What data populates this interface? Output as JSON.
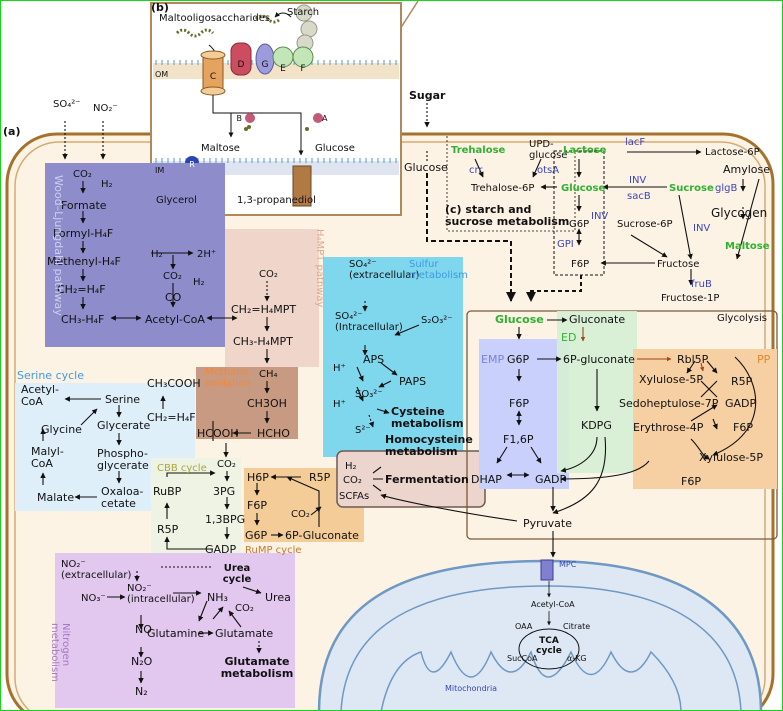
{
  "panel_labels": {
    "a": "(a)",
    "b": "(b)",
    "c": "(c) starch and\nsucrose metabolism"
  },
  "colors": {
    "border": "#17d61a",
    "cell_fill": "#fcf3e5",
    "cell_stroke": "#a5722c",
    "wood": "#8f8ccc",
    "hampt": "#f0d6ca",
    "methane": "#c89a82",
    "serine": "#dfeffa",
    "cbb": "#eef3e4",
    "rump": "#f3cc98",
    "sulfur": "#7fd7ee",
    "nitrogen": "#e2c7ee",
    "ferment": "#ecd5cd",
    "emp": "#c8d0fb",
    "ed": "#d6f0d4",
    "pp": "#f6cfa2",
    "mito_fill": "#dde8f4",
    "mito_stroke": "#6f98c4",
    "green_text": "#2fb22f",
    "blue_text": "#3b45b8"
  },
  "panel_b": {
    "maltooligo": "Maltooligosaccharides",
    "starch": "Starch",
    "om": "OM",
    "im": "IM",
    "proteins": [
      "C",
      "D",
      "G",
      "E",
      "F"
    ],
    "enzyme_b": "B",
    "enzyme_a": "A",
    "maltose": "Maltose",
    "glucose": "Glucose",
    "transporter_r": "R",
    "glycerol": "Glycerol",
    "propanediol": "1,3-propanediol"
  },
  "inputs": {
    "so4": "SO₄²⁻",
    "no2": "NO₂⁻",
    "sugar": "Sugar",
    "glucose": "Glucose"
  },
  "wood": {
    "title": "Wood–Ljungdahl pathway",
    "co2": "CO₂",
    "h2": "H₂",
    "formate": "Formate",
    "formyl": "Formyl-H₄F",
    "methenyl": "Methenyl-H₄F",
    "ch2": "CH₂=H₄F",
    "ch3": "CH₃-H₄F",
    "co2b": "CO₂",
    "h2b": "H₂",
    "co": "CO",
    "acetylcoa": "Acetyl-CoA"
  },
  "hydrogen": {
    "h2": "H₂",
    "h": "2H⁺"
  },
  "hampt": {
    "title": "H₄MPT pathway",
    "co2": "CO₂",
    "ch2": "CH₂=H₄MPT",
    "ch3": "CH₃-H₄MPT"
  },
  "methane": {
    "title": "Methane\noxidation",
    "ch4": "CH₄",
    "ch3oh": "CH3OH",
    "hcho": "HCHO",
    "hcooh": "HCOOH",
    "ch3cooh": "CH₃COOH",
    "ch2h4f": "CH₂=H₄F"
  },
  "serine": {
    "title": "Serine cycle",
    "acetylcoa": "Acetyl-\nCoA",
    "serine": "Serine",
    "glycine": "Glycine",
    "glycerate": "Glycerate",
    "phospho": "Phospho-\nglycerate",
    "malyl": "Malyl-\nCoA",
    "malate": "Malate",
    "oxalo": "Oxaloa-\ncetate"
  },
  "cbb": {
    "title": "CBB cycle",
    "co2": "CO₂",
    "pg3": "3PG",
    "bpg": "1,3BPG",
    "rubp": "RuBP",
    "r5p": "R5P",
    "gadp": "GADP"
  },
  "rump": {
    "title": "RuMP cycle",
    "h6p": "H6P",
    "r5p": "R5P",
    "f6p": "F6P",
    "co2": "CO₂",
    "g6p": "G6P",
    "gluconate": "6P-Gluconate"
  },
  "sulfur": {
    "title": "Sulfur\nmetabolism",
    "so4ext": "SO₄²⁻\n(extracellular)",
    "so4int": "SO₄²⁻\n(Intracellular)",
    "s2o3": "S₂O₃²⁻",
    "hplus1": "H⁺",
    "aps": "APS",
    "so3": "SO₃²⁻",
    "paps": "PAPS",
    "hplus2": "H⁺",
    "s2": "S²⁻",
    "cysteine": "Cysteine\nmetabolism",
    "homocys": "Homocysteine\nmetabolism"
  },
  "fermentation": {
    "label": "Fermentation",
    "h2": "H₂",
    "co2": "CO₂",
    "scfas": "SCFAs"
  },
  "starch_sucrose": {
    "trehalose": "Trehalose",
    "udp": "UPD-\nglucose",
    "lactose": "Lactose",
    "lacf": "lacF",
    "lactose6p": "Lactose-6P",
    "crr": "crr",
    "otsa": "otsA",
    "trehalose6p": "Trehalose-6P",
    "glucose": "Glucose",
    "inv1": "INV",
    "sucrose": "Sucrose",
    "sacb": "sacB",
    "amylose": "Amylose",
    "glgb": "glgB",
    "glycogen": "Glycogen",
    "g6p": "G6P",
    "inv2": "INV",
    "sucrose6p": "Sucrose-6P",
    "inv3": "INV",
    "maltose": "Maltose",
    "gpi": "GPI",
    "f6p": "F6P",
    "fructose": "Fructose",
    "frub": "fruB",
    "fructose1p": "Fructose-1P"
  },
  "glycolysis": {
    "title": "Glycolysis",
    "glucose": "Glucose",
    "gluconate": "Gluconate",
    "emp": "EMP",
    "ed": "ED",
    "pp": "PP",
    "g6p": "G6P",
    "pgluc": "6P-gluconate",
    "rbl5p": "Rbl5P",
    "xylulose": "Xylulose-5P",
    "r5p": "R5P",
    "sedo": "Sedoheptulose-7P",
    "gadp_pp": "GADP",
    "f6p": "F6P",
    "erythrose": "Erythrose-4P",
    "f6p_pp": "F6P",
    "kdpg": "KDPG",
    "xylulose2": "Xylulose-5P",
    "f16p": "F1,6P",
    "dhap": "DHAP",
    "gadp": "GADP",
    "f6p_out": "F6P",
    "pyruvate": "Pyruvate"
  },
  "nitrogen": {
    "title": "Nitrogen\nmetabolism",
    "no2ext": "NO₂⁻\n(extracellular)",
    "no3": "NO₃⁻",
    "no2int": "NO₂⁻\n(intracellular)",
    "nh3": "NH₃",
    "urea_cycle": "Urea\ncycle",
    "co2": "CO₂",
    "urea": "Urea",
    "no": "NO",
    "glutamine": "Glutamine",
    "glutamate": "Glutamate",
    "n2o": "N₂O",
    "glutamate_met": "Glutamate\nmetabolism",
    "n2": "N₂"
  },
  "mito": {
    "mpc": "MPC",
    "acetylcoa": "Acetyl-CoA",
    "oaa": "OAA",
    "citrate": "Citrate",
    "tca": "TCA\ncycle",
    "succoa": "SucCoA",
    "akg": "α-KG",
    "label": "Mitochondria"
  }
}
